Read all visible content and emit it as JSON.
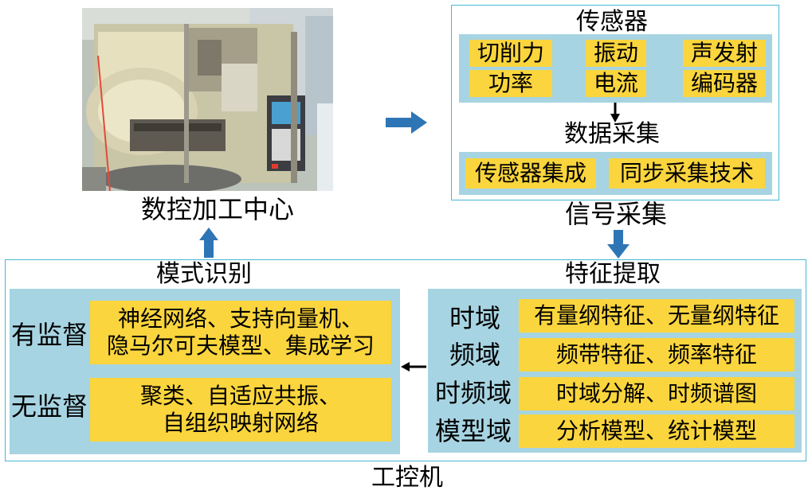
{
  "machine": {
    "caption": "数控加工中心"
  },
  "signal": {
    "caption": "信号采集",
    "sensor_title": "传感器",
    "sensors": [
      "切削力",
      "振动",
      "声发射",
      "功率",
      "电流",
      "编码器"
    ],
    "acq_title": "数据采集",
    "acq_items": [
      "传感器集成",
      "同步采集技术"
    ]
  },
  "ipc": {
    "caption": "工控机",
    "pattern": {
      "title": "模式识别",
      "rows": [
        {
          "label": "有监督",
          "lines": [
            "神经网络、支持向量机、",
            "隐马尔可夫模型、集成学习"
          ]
        },
        {
          "label": "无监督",
          "lines": [
            "聚类、自适应共振、",
            "自组织映射网络"
          ]
        }
      ]
    },
    "feature": {
      "title": "特征提取",
      "rows": [
        {
          "label": "时域",
          "value": "有量纲特征、无量纲特征"
        },
        {
          "label": "频域",
          "value": "频带特征、频率特征"
        },
        {
          "label": "时频域",
          "value": "时域分解、时频谱图"
        },
        {
          "label": "模型域",
          "value": "分析模型、统计模型"
        }
      ]
    }
  },
  "colors": {
    "outline": "#48b7d6",
    "panel": "#a7d4e2",
    "box": "#fad53d",
    "arrow": "#2e75b6"
  }
}
